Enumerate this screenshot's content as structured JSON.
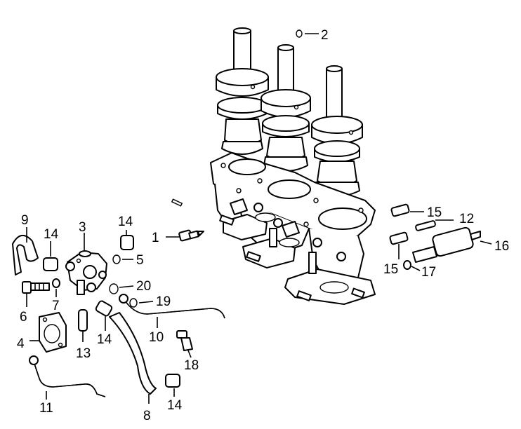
{
  "callouts": {
    "c1": "1",
    "c2": "2",
    "c3": "3",
    "c4": "4",
    "c5": "5",
    "c6": "6",
    "c7": "7",
    "c8": "8",
    "c9": "9",
    "c10": "10",
    "c11": "11",
    "c12": "12",
    "c13": "13",
    "c14a": "14",
    "c14b": "14",
    "c14c": "14",
    "c14d": "14",
    "c15a": "15",
    "c15b": "15",
    "c16": "16",
    "c17": "17",
    "c18": "18",
    "c19": "19",
    "c20": "20"
  }
}
